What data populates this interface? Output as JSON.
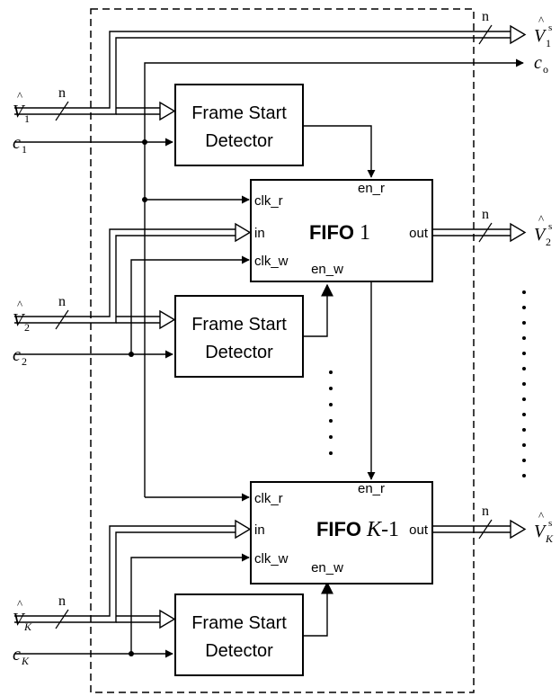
{
  "frame_start_detector": {
    "line1": "Frame Start",
    "line2": "Detector"
  },
  "fifo_ports": {
    "clk_r": "clk_r",
    "in": "in",
    "clk_w": "clk_w",
    "en_r": "en_r",
    "en_w": "en_w",
    "out": "out"
  },
  "fifo_1": {
    "prefix": "FIFO",
    "index": "1"
  },
  "fifo_k": {
    "prefix": "FIFO",
    "index_var": "K",
    "index_suffix": "-1"
  },
  "bus_width": "n",
  "hat": "^",
  "inputs": {
    "v1": {
      "symbol": "V",
      "sub": "1"
    },
    "v2": {
      "symbol": "V",
      "sub": "2"
    },
    "vk": {
      "symbol": "V",
      "sub": "K"
    },
    "c1": {
      "symbol": "c",
      "sub": "1"
    },
    "c2": {
      "symbol": "c",
      "sub": "2"
    },
    "ck": {
      "symbol": "c",
      "sub": "K"
    }
  },
  "outputs": {
    "v1s": {
      "symbol": "V",
      "sub": "1",
      "sup": "s"
    },
    "v2s": {
      "symbol": "V",
      "sub": "2",
      "sup": "s"
    },
    "vks": {
      "symbol": "V",
      "sub": "K",
      "sup": "s"
    },
    "co": {
      "symbol": "c",
      "sub": "o"
    }
  }
}
